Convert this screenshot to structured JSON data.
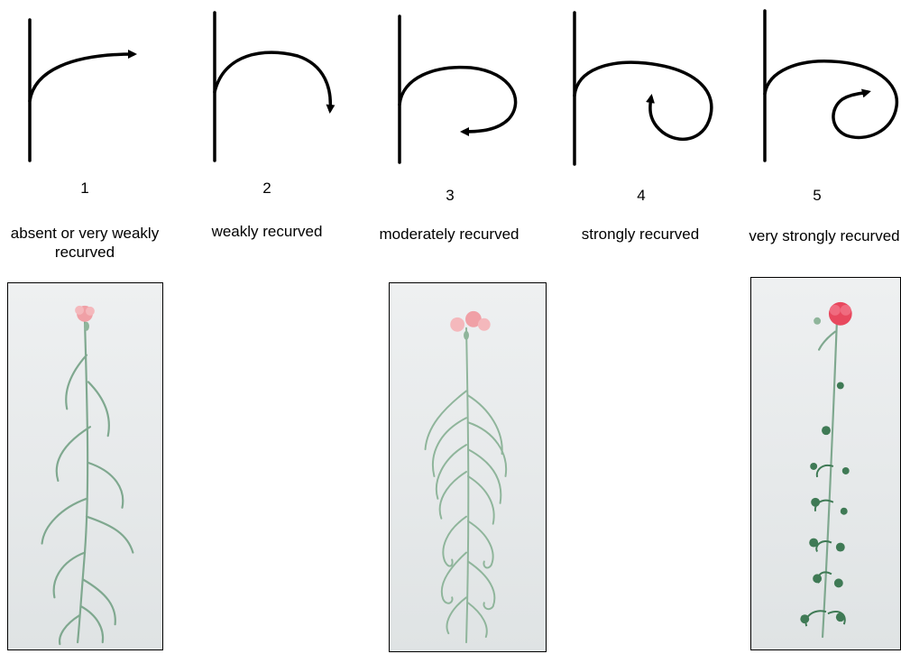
{
  "levels": [
    {
      "number": "1",
      "description": "absent or very weakly recurved"
    },
    {
      "number": "2",
      "description": "weakly recurved"
    },
    {
      "number": "3",
      "description": "moderately recurved"
    },
    {
      "number": "4",
      "description": "strongly recurved"
    },
    {
      "number": "5",
      "description": "very strongly recurved"
    }
  ],
  "colors": {
    "stroke": "#000000",
    "stem": "#7fa88f",
    "leaf": "#8fb59b",
    "dark_leaf": "#3f7a55",
    "flower_pink": "#f0a0a6",
    "flower_red": "#e8485e"
  },
  "icons": [
    "recurvature-level-1-icon",
    "recurvature-level-2-icon",
    "recurvature-level-3-icon",
    "recurvature-level-4-icon",
    "recurvature-level-5-icon"
  ]
}
